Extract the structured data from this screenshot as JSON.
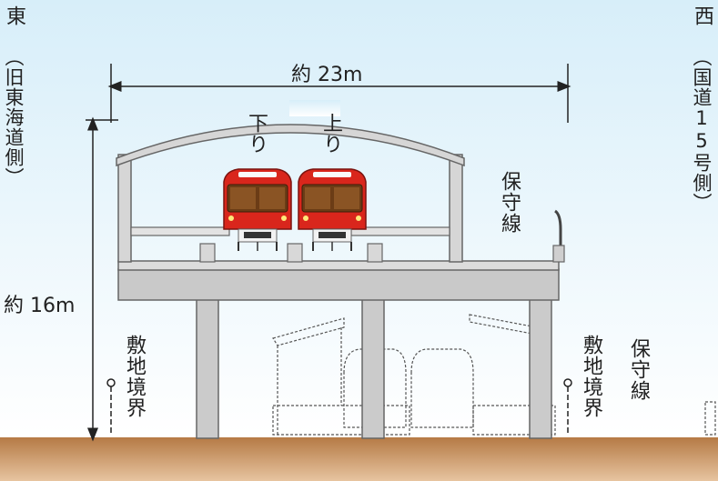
{
  "labels": {
    "east": "東",
    "east_side": "（旧東海道側）",
    "west": "西",
    "west_side": "（国道15号側）",
    "width_dim": "約 23m",
    "height_dim": "約 16m",
    "down_track": "下り",
    "up_track": "上り",
    "maintenance_line_upper": "保守線",
    "maintenance_line_lower": "保守線",
    "boundary_left": "敷地境界",
    "boundary_right": "敷地境界"
  },
  "colors": {
    "sky_top": "#dff1fa",
    "sky_bottom": "#ffffff",
    "ground": "#c38a55",
    "structure": "#c9c9c9",
    "train_red": "#d9261c"
  }
}
